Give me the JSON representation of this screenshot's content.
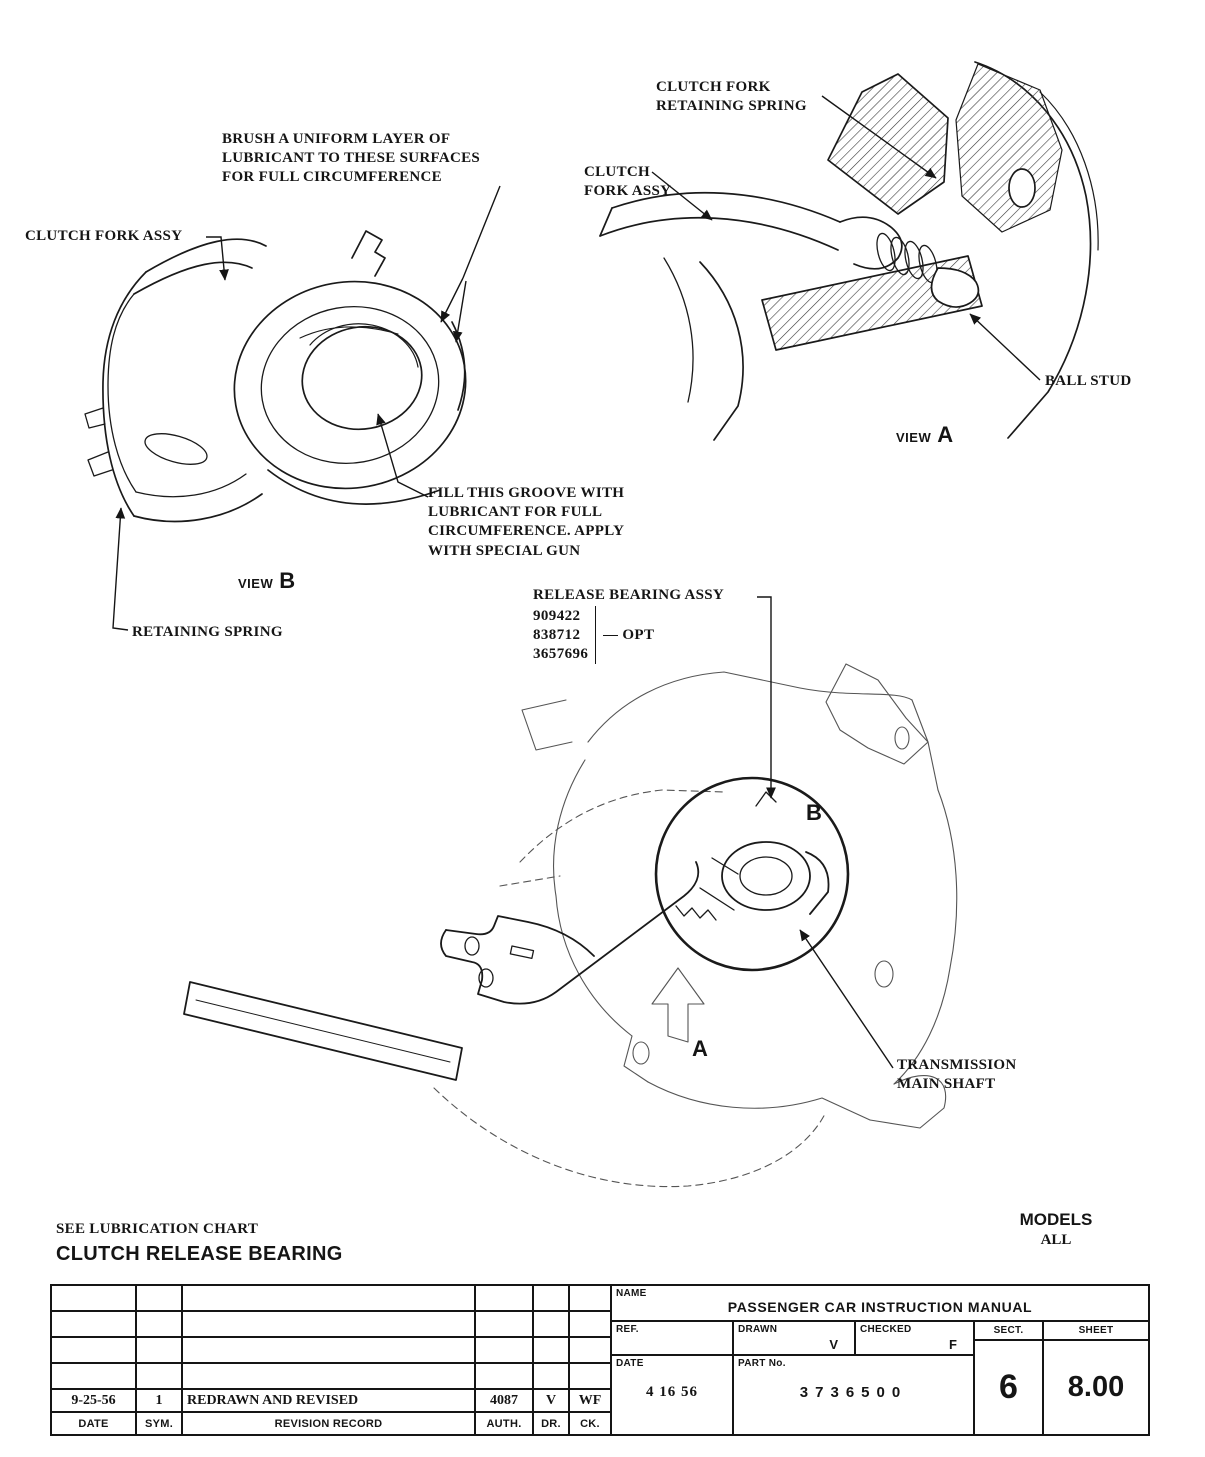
{
  "page": {
    "title": "CLUTCH RELEASE BEARING",
    "see_note": "SEE LUBRICATION CHART",
    "models_label": "MODELS",
    "models_value": "ALL"
  },
  "view_b": {
    "brush_note": "BRUSH A UNIFORM LAYER OF\nLUBRICANT TO THESE SURFACES\nFOR FULL CIRCUMFERENCE",
    "clutch_fork_label": "CLUTCH FORK ASSY",
    "fill_groove_note": "FILL THIS GROOVE WITH\nLUBRICANT FOR FULL\nCIRCUMFERENCE. APPLY\nWITH SPECIAL GUN",
    "retaining_spring_label": "RETAINING SPRING",
    "view_word": "VIEW",
    "view_letter": "B"
  },
  "view_a": {
    "retaining_spring_label": "CLUTCH FORK\nRETAINING SPRING",
    "clutch_fork_label": "CLUTCH\nFORK ASSY",
    "ball_stud_label": "BALL STUD",
    "view_word": "VIEW",
    "view_letter": "A"
  },
  "main_view": {
    "release_bearing_label": "RELEASE BEARING ASSY",
    "part_numbers": [
      "909422",
      "838712",
      "3657696"
    ],
    "opt_label": "OPT",
    "marker_b": "B",
    "marker_a": "A",
    "transmission_label": "TRANSMISSION\nMAIN SHAFT"
  },
  "title_block": {
    "name_label": "NAME",
    "name_value": "PASSENGER CAR INSTRUCTION MANUAL",
    "ref_label": "REF.",
    "drawn_label": "DRAWN",
    "drawn_value": "V",
    "checked_label": "CHECKED",
    "checked_value": "F",
    "sect_label": "SECT.",
    "sect_value": "6",
    "sheet_label": "SHEET",
    "sheet_value": "8.00",
    "date_label": "DATE",
    "date_value": "4 16 56",
    "part_label": "PART No.",
    "part_value": "3736500",
    "revision": {
      "date": "9-25-56",
      "sym": "1",
      "record": "REDRAWN AND REVISED",
      "auth": "4087",
      "dr": "V",
      "ck": "WF"
    },
    "headers": {
      "date": "DATE",
      "sym": "SYM.",
      "record": "REVISION RECORD",
      "auth": "AUTH.",
      "dr": "DR.",
      "ck": "CK."
    }
  },
  "colors": {
    "ink": "#151515",
    "paper": "#ffffff"
  }
}
